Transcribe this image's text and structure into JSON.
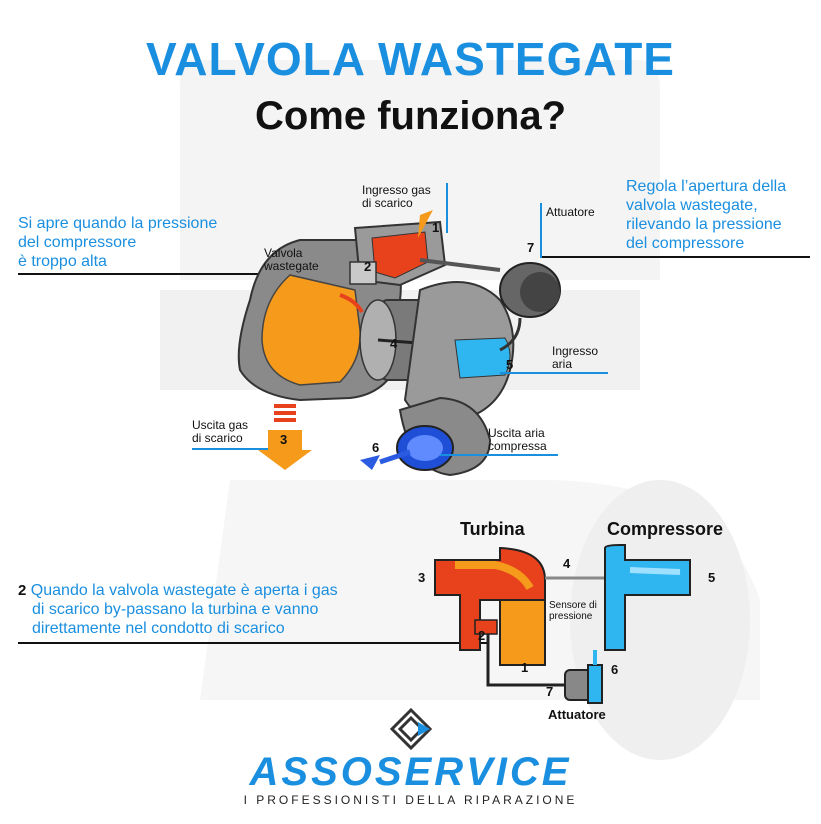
{
  "header": {
    "title": "VALVOLA WASTEGATE",
    "subtitle": "Come funziona?"
  },
  "notes": {
    "left_top": [
      "Si apre quando la pressione",
      "del compressore",
      "è troppo alta"
    ],
    "right_top": [
      "Regola l’apertura della",
      "valvola wastegate,",
      "rilevando la pressione",
      "del compressore"
    ],
    "bottom_left_num": "2",
    "bottom_left": [
      "Quando la valvola wastegate è aperta i gas",
      "di scarico by-passano la turbina e vanno",
      "direttamente nel condotto di scarico"
    ]
  },
  "turbo_labels": {
    "exhaust_in": [
      "Ingresso gas",
      "di scarico"
    ],
    "exhaust_in_num": "1",
    "wastegate": [
      "Valvola",
      "wastegate"
    ],
    "wastegate_num": "2",
    "actuator": "Attuatore",
    "actuator_num": "7",
    "shaft_num": "4",
    "air_in": [
      "Ingresso",
      "aria"
    ],
    "air_in_num": "5",
    "exhaust_out": [
      "Uscita gas",
      "di scarico"
    ],
    "exhaust_out_num": "3",
    "compressed_out": [
      "Uscita aria",
      "compressa"
    ],
    "compressed_out_num": "6"
  },
  "schema": {
    "turbine": "Turbina",
    "compressor": "Compressore",
    "n3": "3",
    "n4": "4",
    "n5": "5",
    "n2": "2",
    "n1": "1",
    "n6": "6",
    "n7": "7",
    "sensor": [
      "Sensore di",
      "pressione"
    ],
    "actuator": "Attuatore"
  },
  "brand": {
    "name": "ASSOSERVICE",
    "tagline": "I PROFESSIONISTI DELLA RIPARAZIONE"
  },
  "colors": {
    "accent": "#1a8fe0",
    "hot": "#e8421c",
    "warm": "#f59a1b",
    "cool": "#2fb6f0"
  }
}
